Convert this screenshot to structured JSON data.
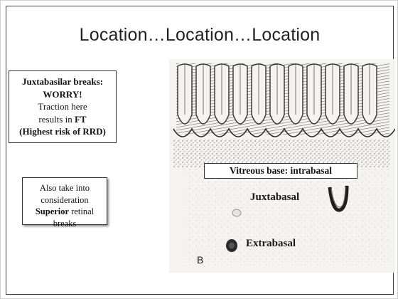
{
  "slide": {
    "title": "Location…Location…Location"
  },
  "callouts": {
    "juxtabasilar": {
      "line1": "Juxtabasilar breaks:",
      "line2": "WORRY!",
      "line3": "Traction here",
      "line4_pre": "results in ",
      "line4_bold": "FT",
      "line5": "(Highest risk of RRD)"
    },
    "superior": {
      "line1": "Also take into",
      "line2": "consideration",
      "line3_bold": "Superior",
      "line3_post": " retinal breaks"
    }
  },
  "figure": {
    "vitreous_base_label": "Vitreous base: intrabasal",
    "juxtabasal_label": "Juxtabasal",
    "extrabasal_label": "Extrabasal",
    "panel_letter": "B"
  },
  "colors": {
    "slide_background": "#ffffff",
    "frame_border": "#3d3d3d",
    "figure_ink": "#3a3a3a",
    "figure_paper": "#f4f3f1"
  }
}
